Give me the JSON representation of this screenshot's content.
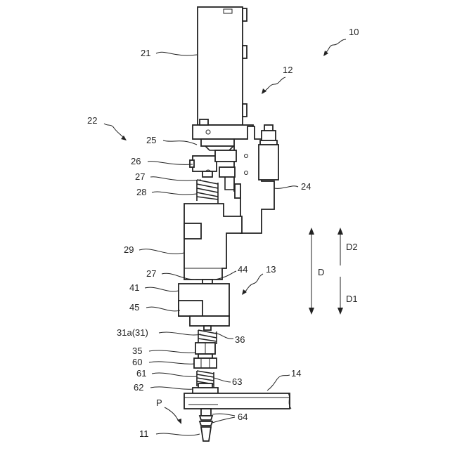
{
  "labels": {
    "l10": "10",
    "l12": "12",
    "l13": "13",
    "l14": "14",
    "l21": "21",
    "l22": "22",
    "l24": "24",
    "l25": "25",
    "l26": "26",
    "l27a": "27",
    "l28": "28",
    "l29": "29",
    "l27b": "27",
    "l44": "44",
    "l41": "41",
    "l45": "45",
    "l31a": "31a(31)",
    "l36": "36",
    "l35": "35",
    "l60": "60",
    "l61": "61",
    "l63": "63",
    "l62": "62",
    "lP": "P",
    "l64": "64",
    "l11": "11"
  },
  "directions": {
    "D": "D",
    "D1": "D1",
    "D2": "D2"
  }
}
